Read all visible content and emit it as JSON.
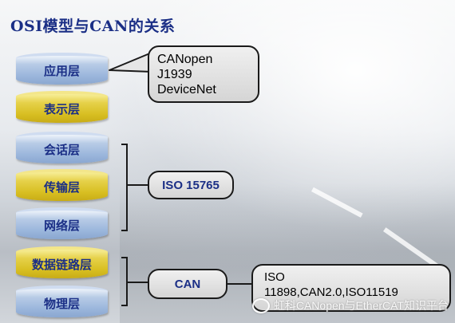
{
  "title": "OSI模型与CAN的关系",
  "layers": [
    {
      "label": "应用层",
      "color": "blue"
    },
    {
      "label": "表示层",
      "color": "gold"
    },
    {
      "label": "会话层",
      "color": "blue"
    },
    {
      "label": "传输层",
      "color": "gold"
    },
    {
      "label": "网络层",
      "color": "blue"
    },
    {
      "label": "数据链路层",
      "color": "gold"
    },
    {
      "label": "物理层",
      "color": "blue"
    }
  ],
  "callouts": {
    "application": [
      "CANopen",
      "J1939",
      "DeviceNet"
    ],
    "middle": "ISO 15765",
    "lower": "CAN",
    "standards": [
      "ISO",
      "11898,CAN2.0,ISO11519"
    ]
  },
  "watermark": "虹科CANopen与EtherCAT知识平台",
  "colors": {
    "title": "#1b2f86",
    "blue_layer": "#9bb6dc",
    "gold_layer": "#d8bf22"
  }
}
